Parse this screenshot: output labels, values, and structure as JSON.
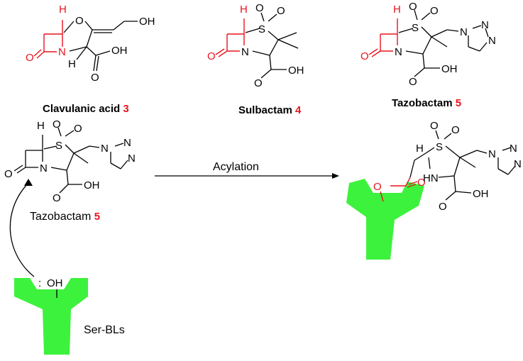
{
  "compounds": [
    {
      "name": "Clavulanic acid",
      "number": "3"
    },
    {
      "name": "Sulbactam",
      "number": "4"
    },
    {
      "name": "Tazobactam",
      "number": "5"
    }
  ],
  "scheme": {
    "inhibitor_name": "Tazobactam",
    "inhibitor_number": "5",
    "arrow_label": "Acylation",
    "enzyme_label": "Ser-BLs"
  },
  "atoms": {
    "H": "H",
    "O": "O",
    "N": "N",
    "S": "S",
    "HN": "HN",
    "OH": "OH",
    "OH_colon": ":",
    "colors": {
      "red": "#e8141c",
      "green": "#3cf23c"
    }
  }
}
